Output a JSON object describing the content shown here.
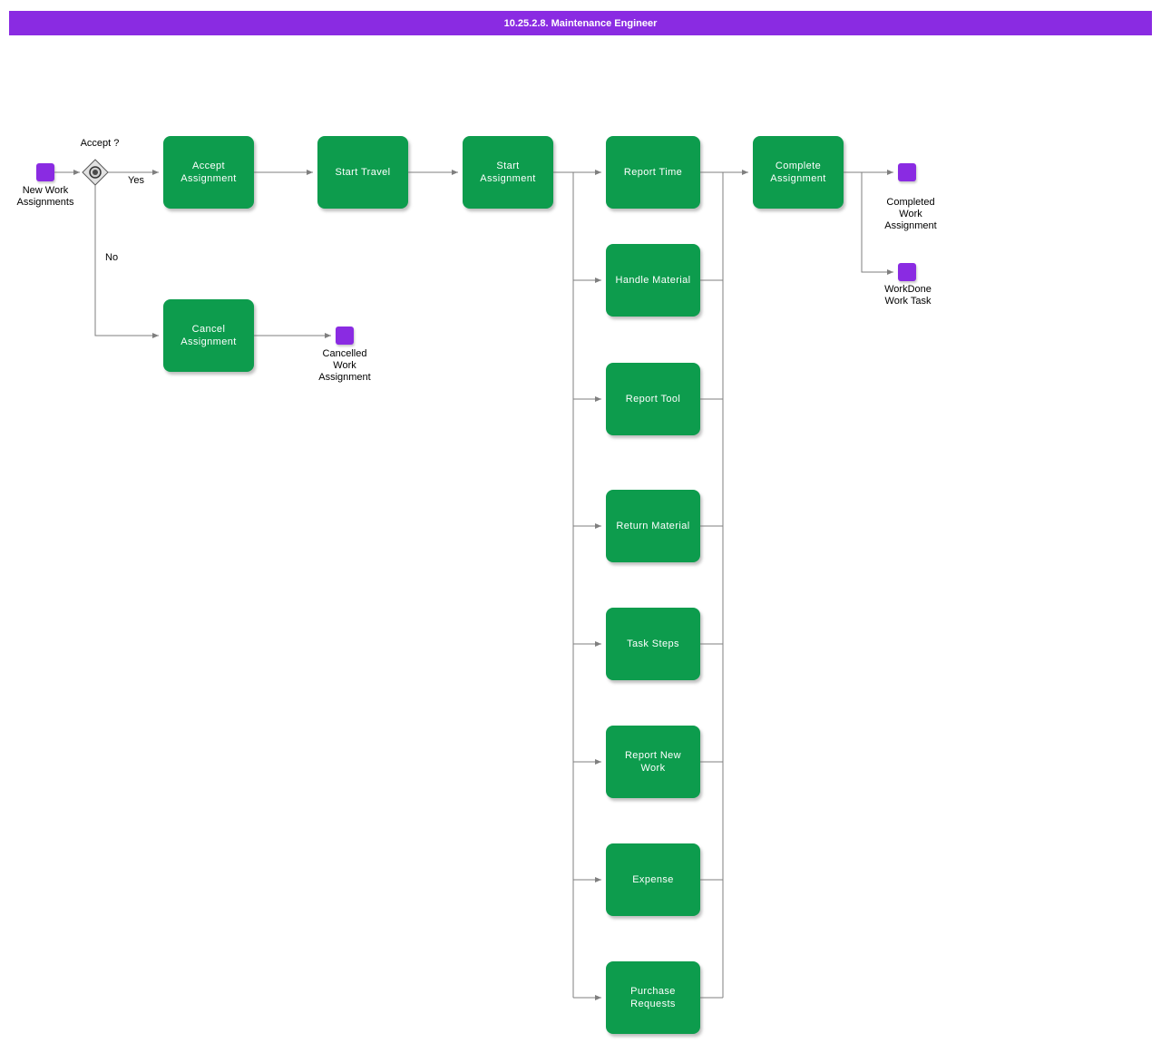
{
  "header": {
    "title": "10.25.2.8. Maintenance Engineer"
  },
  "colors": {
    "title_bar": "#8A2BE2",
    "event_purple": "#8A2BE2",
    "task_green": "#0D9C4D",
    "connector_gray": "#7F7F7F",
    "task_text": "#FFFFFF",
    "label_text": "#000000"
  },
  "diagram": {
    "events": {
      "new_work_assignments": {
        "label": "New Work\nAssignments"
      },
      "completed_work_assignment": {
        "label": "Completed\nWork\nAssignment"
      },
      "workdone_work_task": {
        "label": "WorkDone\nWork Task"
      },
      "cancelled_work_assignment": {
        "label": "Cancelled\nWork\nAssignment"
      }
    },
    "gateway": {
      "label": "Accept ?",
      "yes_label": "Yes",
      "no_label": "No"
    },
    "tasks": {
      "accept_assignment": {
        "label": "Accept\nAssignment"
      },
      "start_travel": {
        "label": "Start Travel"
      },
      "start_assignment": {
        "label": "Start\nAssignment"
      },
      "report_time": {
        "label": "Report Time"
      },
      "handle_material": {
        "label": "Handle Material"
      },
      "report_tool": {
        "label": "Report Tool"
      },
      "return_material": {
        "label": "Return Material"
      },
      "task_steps": {
        "label": "Task Steps"
      },
      "report_new_work": {
        "label": "Report New\nWork"
      },
      "expense": {
        "label": "Expense"
      },
      "purchase_requests": {
        "label": "Purchase\nRequests"
      },
      "complete_assignment": {
        "label": "Complete\nAssignment"
      },
      "cancel_assignment": {
        "label": "Cancel\nAssignment"
      }
    }
  }
}
